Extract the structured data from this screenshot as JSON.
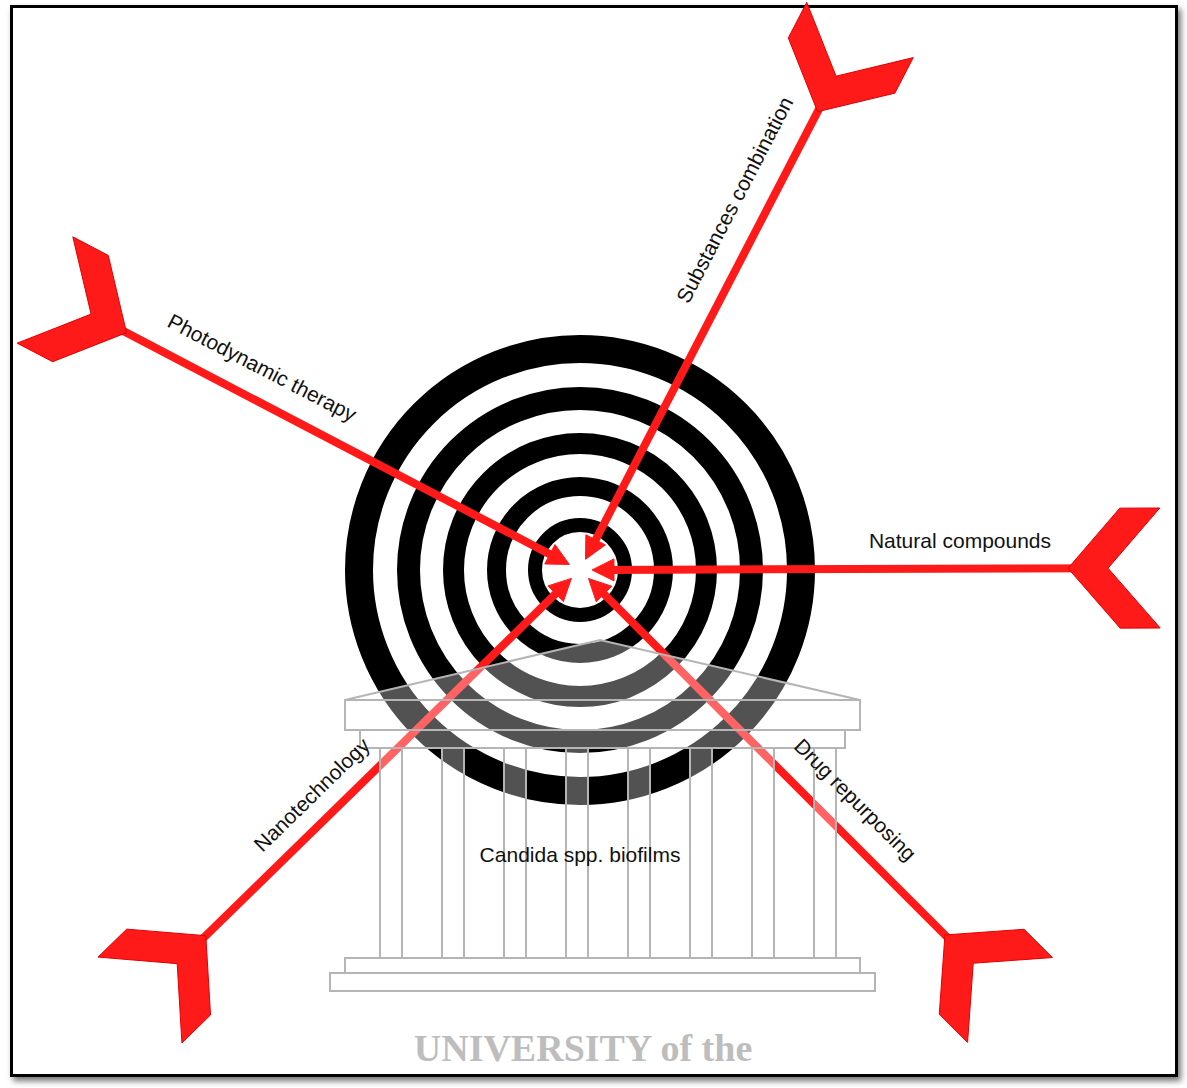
{
  "diagram": {
    "nodes": [
      {
        "text": [
          "Candida spp. biofilms"
        ]
      }
    ],
    "labels": [
      "Substances combination",
      "Photodynamic therapy",
      "Natural compounds",
      "Nanotechnology",
      "Drug repurposing",
      "UNIVERSITY of the"
    ]
  }
}
